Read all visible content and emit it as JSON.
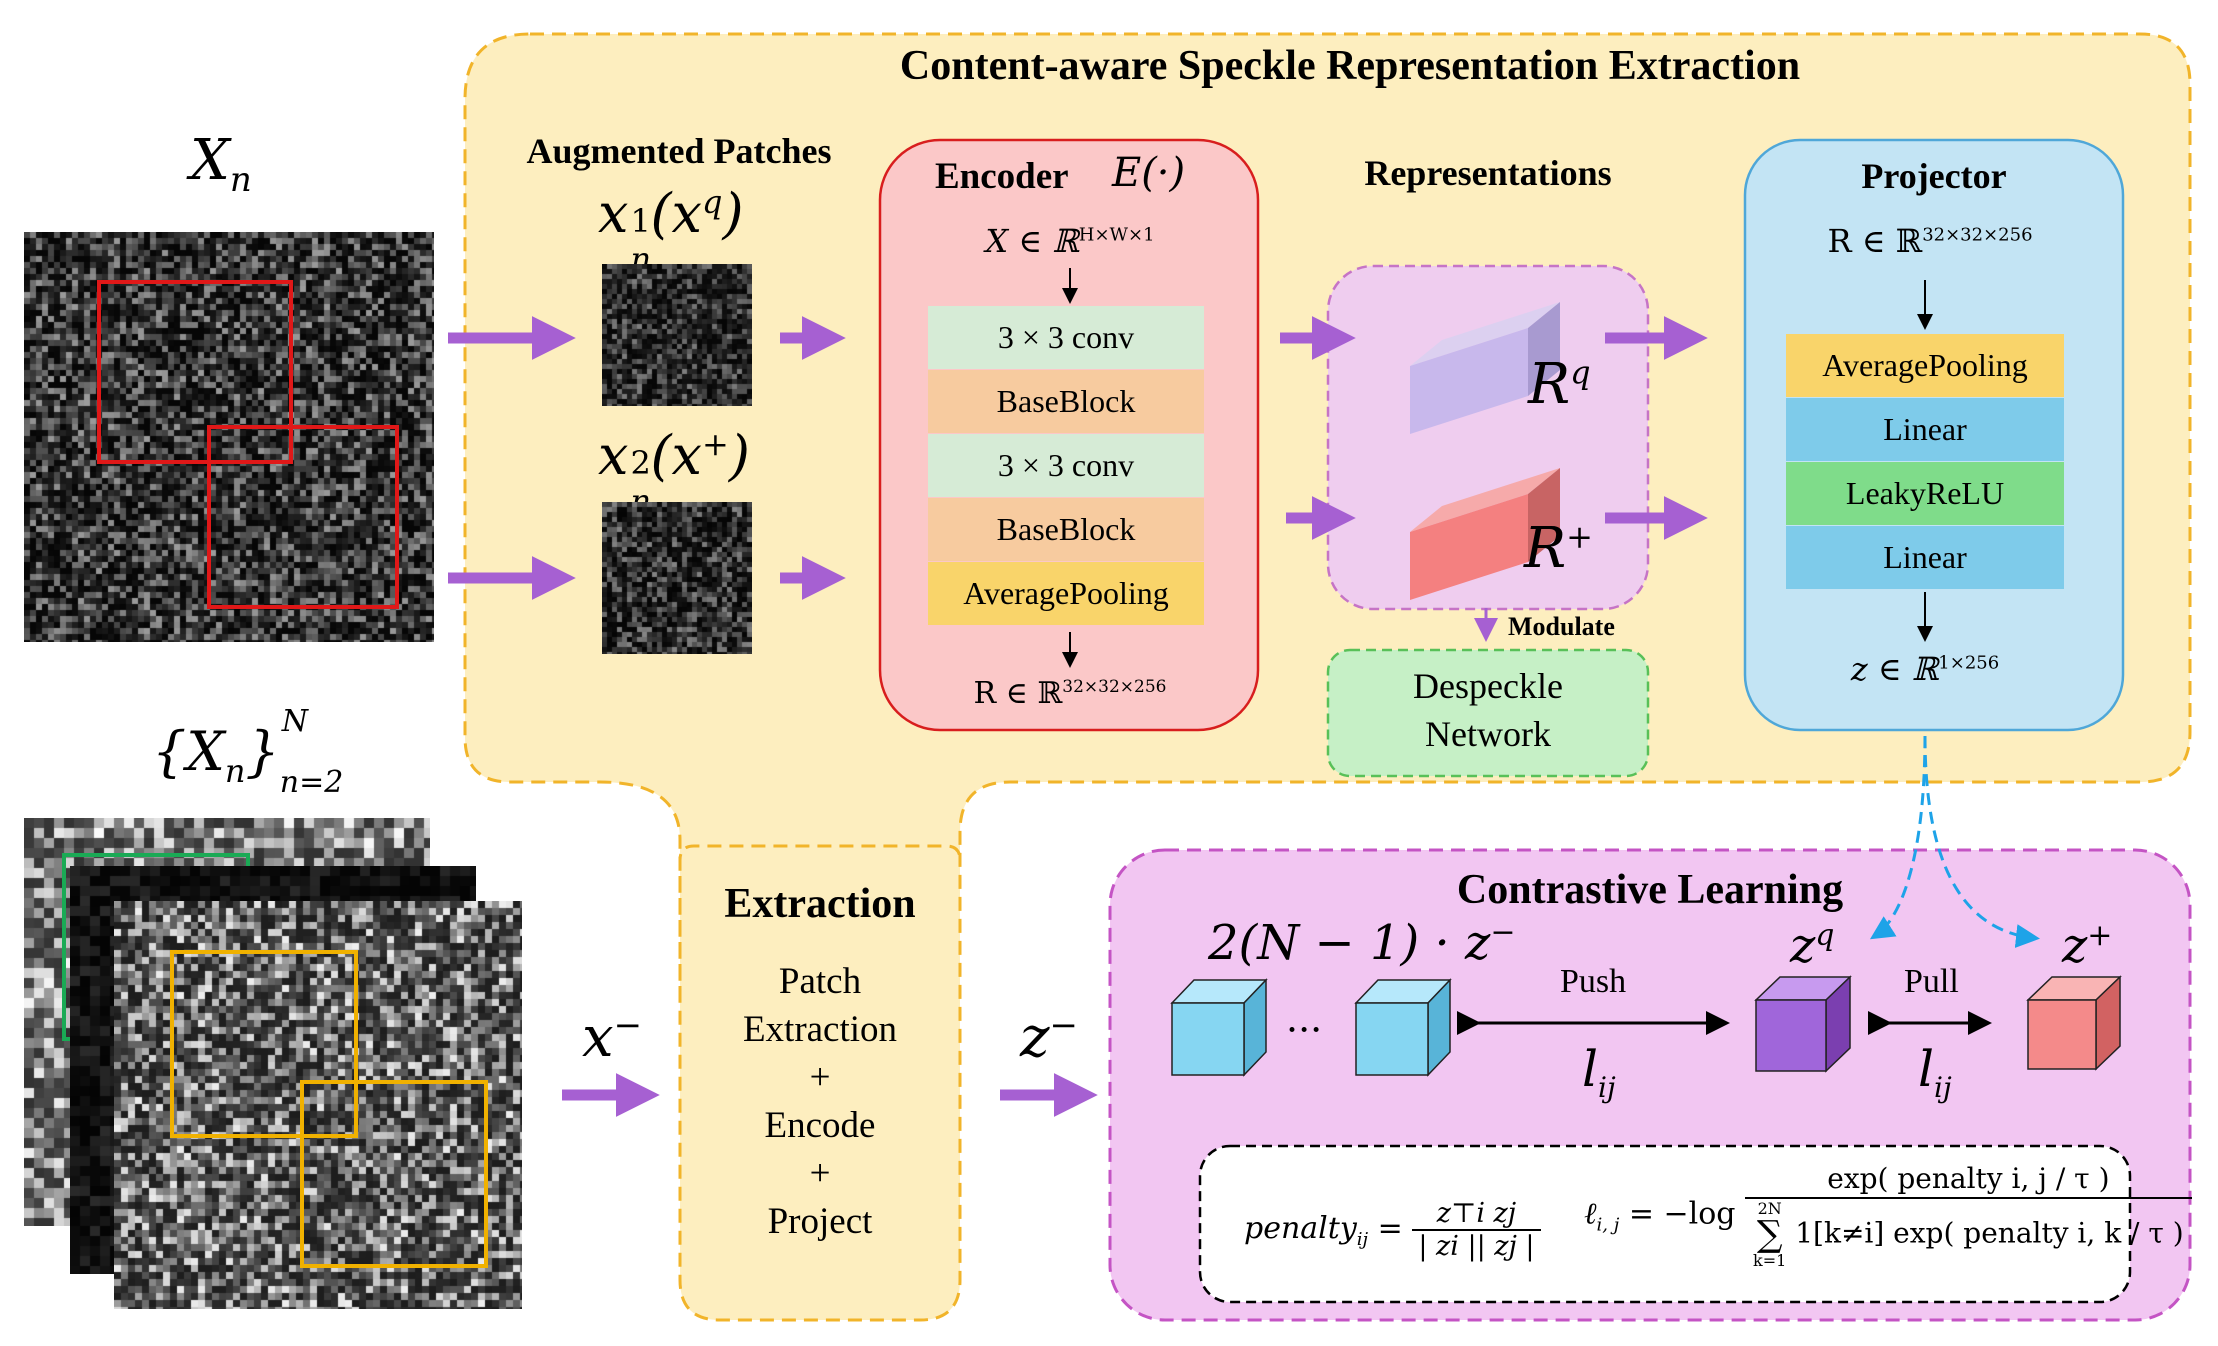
{
  "colors": {
    "extraction_fill": "#fdeebf",
    "extraction_border": "#f1b42a",
    "encoder_fill": "#fbc8c8",
    "encoder_border": "#d81e1e",
    "representation_fill": "#efcdef",
    "representation_border": "#c674c6",
    "projector_fill": "#c3e4f4",
    "projector_border": "#4fa7d8",
    "despeckle_fill": "#c6f0c6",
    "despeckle_border": "#58c058",
    "contrastive_fill": "#f2c6f2",
    "contrastive_border": "#c454c4",
    "arrow": "#a660d2",
    "conv": "#d6ebd6",
    "baseblock": "#f7cb9f",
    "avgpool": "#f9d46a",
    "linear": "#7ecbea",
    "leakyrelu": "#7fdc8a",
    "red_box": "#e01818",
    "yellow_box": "#f0b100",
    "green_box": "#1aaa55",
    "blue_cube": "#86d6f2",
    "purple_cube": "#a066da",
    "pink_cube": "#f48a8a",
    "dashed_blue": "#1ea3e8"
  },
  "title": "Content-aware Speckle Representation Extraction",
  "input": {
    "xn": "X",
    "xn_sub": "n",
    "set_open": "{X",
    "set_sub": "n",
    "set_close": "}",
    "set_sup": "N",
    "set_lower": "n=2",
    "xminus": "x",
    "xminus_sup": "−",
    "zminus": "z",
    "zminus_sup": "−"
  },
  "augmented": {
    "title": "Augmented Patches",
    "label1_base": "x",
    "label1_sup": "1",
    "label1_sub": "n",
    "label1_paren": "(x",
    "label1_psup": "q",
    "label1_close": ")",
    "label2_base": "x",
    "label2_sup": "2",
    "label2_sub": "n",
    "label2_paren": "(x",
    "label2_psup": "+",
    "label2_close": ")"
  },
  "encoder": {
    "title": "Encoder",
    "func": "E(·)",
    "input_pre": "X ∈ ℝ",
    "input_sup": "H×W×1",
    "layers": [
      "3 × 3 conv",
      "BaseBlock",
      "3 × 3 conv",
      "BaseBlock",
      "AveragePooling"
    ],
    "output_pre": "R ∈ ℝ",
    "output_sup": "32×32×256"
  },
  "representations": {
    "title": "Representations",
    "rq": "R",
    "rq_sup": "q",
    "rplus": "R",
    "rplus_sup": "+",
    "modulate": "Modulate"
  },
  "despeckle": {
    "line1": "Despeckle",
    "line2": "Network"
  },
  "projector": {
    "title": "Projector",
    "input_pre": "R ∈ ℝ",
    "input_sup": "32×32×256",
    "layers": [
      "AveragePooling",
      "Linear",
      "LeakyReLU",
      "Linear"
    ],
    "output_pre": "z ∈ ℝ",
    "output_sup": "1×256"
  },
  "extraction": {
    "title": "Extraction",
    "lines": [
      "Patch",
      "Extraction",
      "+",
      "Encode",
      "+",
      "Project"
    ]
  },
  "contrastive": {
    "title": "Contrastive Learning",
    "neg_label": "2(N − 1) · z",
    "neg_sup": "−",
    "dots": "···",
    "zq": "z",
    "zq_sup": "q",
    "zplus": "z",
    "zplus_sup": "+",
    "push": "Push",
    "pull": "Pull",
    "lij": "l",
    "lij_sub": "ij"
  },
  "formula": {
    "penalty_lhs": "penalty",
    "penalty_lhs_sub": "ij",
    "penalty_num": "z⊤i zj",
    "penalty_den": "| zi || zj |",
    "loss_lhs": "ℓ",
    "loss_lhs_sub": "i, j",
    "loss_eq": "= −log",
    "loss_num": "exp( penalty i, j / τ )",
    "loss_sum_top": "2N",
    "loss_sum_bot": "k=1",
    "loss_den": "1[k≠i] exp( penalty i, k / τ )"
  }
}
